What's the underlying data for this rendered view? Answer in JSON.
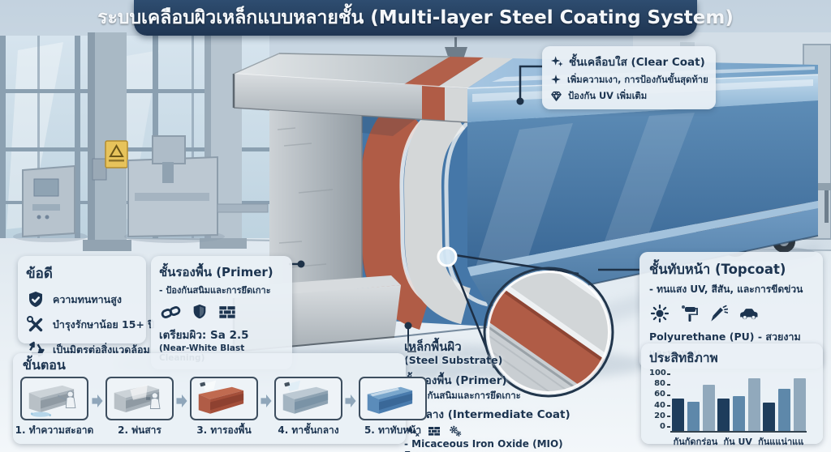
{
  "title": {
    "text": "ระบบเคลือบผิวเหล็กแบบหลายชั้น (Multi-layer Steel Coating System)"
  },
  "colors": {
    "title_bar": "#233a58",
    "text_navy": "#1c3450",
    "primer_red": "#b05c46",
    "intermediate_gray": "#d4d7d8",
    "topcoat_blue": "#4a7cae",
    "steel_gray": "#aab2b8",
    "forklift_orange": "#dd7638",
    "chart_bar_dark": "#1e3d5c",
    "chart_bar_medium": "#5e88aa",
    "chart_bar_light": "#91a9bc"
  },
  "callouts": {
    "clear_coat": {
      "title": "ชั้นเคลือบใส (Clear Coat)",
      "line1": "เพิ่มความเงา, การป้องกันขั้นสุดท้าย",
      "line2": "ป้องกัน UV เพิ่มเติม",
      "icons": [
        "sparkles-icon",
        "sparkle-icon",
        "gem-icon"
      ]
    },
    "primer": {
      "title": "ชั้นรองพื้น (Primer)",
      "line1": "- ป้องกันสนิมและการยึดเกาะ",
      "icons": [
        "chain-link-icon",
        "shield-icon",
        "brick-wall-icon"
      ],
      "prep_bold": "เตรียมผิว: Sa 2.5",
      "prep_sub": "(Near-White Blast Cleaning)"
    },
    "topcoat": {
      "title": "ชั้นทับหน้า (Topcoat)",
      "line1": "- ทนแสง UV, สีสัน, และการขีดข่วน",
      "icons": [
        "sun-icon",
        "paint-roller-icon",
        "spray-brush-icon",
        "car-icon"
      ],
      "line2": "Polyurethane (PU) - สวยงามและทนทาน"
    },
    "substrate": {
      "title": "เหล็กพื้นผิว",
      "subtitle": "(Steel Substrate)",
      "primer_title": "ชั้นรองพื้น (Primer)",
      "primer_line": "- ป้องกันสนิมและการยึดเกาะ",
      "intermediate_title": "ชั้นกลาง (Intermediate Coat)",
      "icons": [
        "water-drops-icon",
        "brick-wall-icon",
        "gears-icon"
      ],
      "intermediate_line": "- Micaceous Iron Oxide (MIO) Epoxy"
    }
  },
  "advantages": {
    "title": "ข้อดี",
    "items": [
      {
        "icon": "shield-check-icon",
        "label": "ความทนทานสูง"
      },
      {
        "icon": "tools-icon",
        "label": "บำรุงรักษาน้อย 15+ ปี"
      },
      {
        "icon": "recycle-icon",
        "label": "เป็นมิตรต่อสิ่งแวดล้อม"
      }
    ]
  },
  "steps": {
    "title": "ขั้นตอน",
    "items": [
      {
        "label": "1. ทำความสะอาด"
      },
      {
        "label": "2. พ่นสาร"
      },
      {
        "label": "3. ทารองพื้น"
      },
      {
        "label": "4. ทาชั้นกลาง"
      },
      {
        "label": "5. ทาทับหน้า"
      }
    ]
  },
  "chart_data": {
    "type": "bar",
    "title": "ประสิทธิภาพ",
    "categories": [
      "กันกัดกร่อน",
      "กัน UV",
      "กันแแน่าแแ"
    ],
    "series": [
      {
        "name": "series-1",
        "color": "#1e3d5c",
        "values": [
          53,
          52,
          46
        ]
      },
      {
        "name": "series-2",
        "color": "#5e88aa",
        "values": [
          47,
          56,
          69
        ]
      },
      {
        "name": "series-3",
        "color": "#91a9bc",
        "values": [
          75,
          86,
          86
        ]
      }
    ],
    "ylim": [
      0,
      100
    ],
    "yticks": [
      "100",
      "80",
      "60",
      "40",
      "20",
      "0"
    ],
    "grid": false,
    "legend": false
  }
}
